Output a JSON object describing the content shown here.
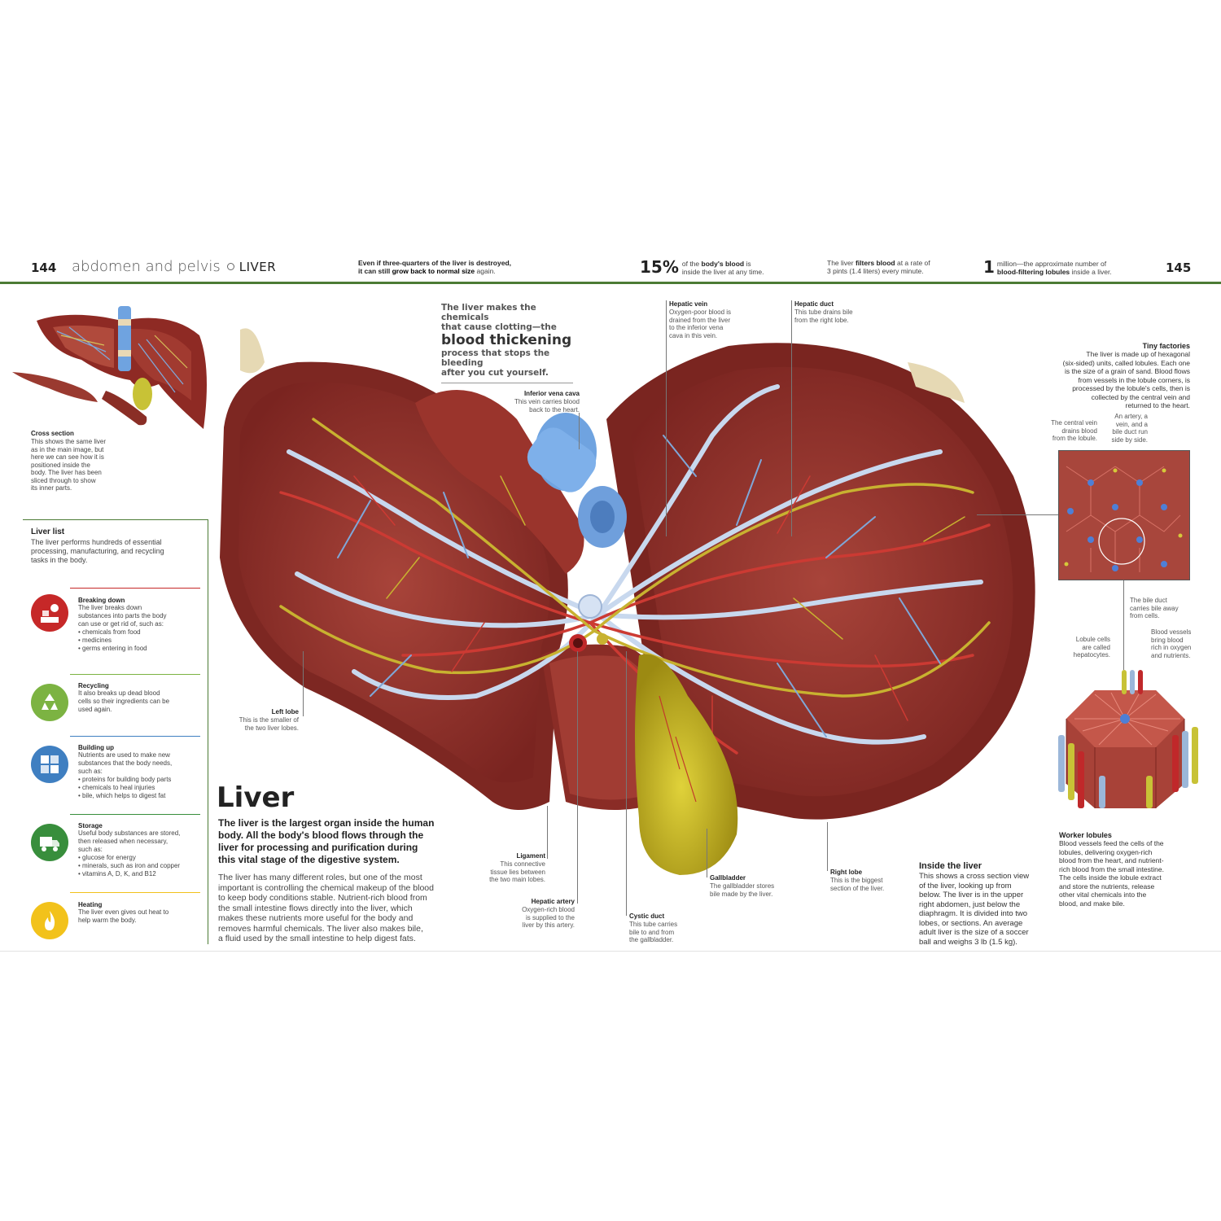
{
  "header": {
    "page_left": "144",
    "section": "abdomen and pelvis",
    "topic": "LIVER",
    "page_right": "145",
    "fact1_pre": "Even if three-quarters of the liver is destroyed,",
    "fact1_mid": "it can still",
    "fact1_bold": "grow back to normal size",
    "fact1_post": "again.",
    "fact2_num": "15%",
    "fact2_pre": "of the",
    "fact2_bold": "body's blood",
    "fact2_mid": "is",
    "fact2_line2": "inside the liver at any time.",
    "fact3_pre": "The liver",
    "fact3_bold": "filters blood",
    "fact3_post": "at a rate of",
    "fact3_line2": "3 pints (1.4 liters) every minute.",
    "fact4_num": "1",
    "fact4_line1": "million—the approximate number of",
    "fact4_bold": "blood-filtering lobules",
    "fact4_post": "inside a liver."
  },
  "cross_section": {
    "title": "Cross section",
    "desc": [
      "This shows the same liver",
      "as in the main image, but",
      "here we can see how it is",
      "positioned inside the",
      "body. The liver has been",
      "sliced through to show",
      "its inner parts."
    ]
  },
  "liver_list": {
    "title": "Liver list",
    "intro": [
      "The liver performs hundreds of essential",
      "processing, manufacturing, and recycling",
      "tasks in the body."
    ],
    "items": [
      {
        "title": "Breaking down",
        "lines": [
          "The liver breaks down",
          "substances into parts the body",
          "can use or get rid of, such as:",
          "• chemicals from food",
          "• medicines",
          "• germs entering in food"
        ],
        "color": "#c62828",
        "icon": "hammer-icon"
      },
      {
        "title": "Recycling",
        "lines": [
          "It also breaks up dead blood",
          "cells so their ingredients can be",
          "used again."
        ],
        "color": "#7cb342",
        "icon": "recycle-icon"
      },
      {
        "title": "Building up",
        "lines": [
          "Nutrients are used to make new",
          "substances that the body needs,",
          "such as:",
          "• proteins for building body parts",
          "• chemicals to heal injuries",
          "• bile, which helps to digest fat"
        ],
        "color": "#3f7fc1",
        "icon": "puzzle-icon"
      },
      {
        "title": "Storage",
        "lines": [
          "Useful body substances are stored,",
          "then released when necessary,",
          "such as:",
          "• glucose for energy",
          "• minerals, such as iron and copper",
          "• vitamins A, D, K, and B12"
        ],
        "color": "#388e3c",
        "icon": "truck-icon"
      },
      {
        "title": "Heating",
        "lines": [
          "The liver even gives out heat to",
          "help warm the body."
        ],
        "color": "#f2c21b",
        "icon": "flame-icon"
      }
    ]
  },
  "callout": {
    "line1": "The liver makes the chemicals",
    "line2": "that cause clotting—the",
    "big": "blood thickening",
    "line3": "process that stops the bleeding",
    "line4": "after you cut yourself."
  },
  "labels": {
    "ivc": {
      "title": "Inferior vena cava",
      "lines": [
        "This vein carries blood",
        "back to the heart."
      ]
    },
    "hepatic_vein": {
      "title": "Hepatic vein",
      "lines": [
        "Oxygen-poor blood is",
        "drained from the liver",
        "to the inferior vena",
        "cava in this vein."
      ]
    },
    "hepatic_duct": {
      "title": "Hepatic duct",
      "lines": [
        "This tube drains bile",
        "from the right lobe."
      ]
    },
    "left_lobe": {
      "title": "Left lobe",
      "lines": [
        "This is the smaller of",
        "the two liver lobes."
      ]
    },
    "ligament": {
      "title": "Ligament",
      "lines": [
        "This connective",
        "tissue lies between",
        "the two main lobes."
      ]
    },
    "hepatic_artery": {
      "title": "Hepatic artery",
      "lines": [
        "Oxygen-rich blood",
        "is supplied to the",
        "liver by this artery."
      ]
    },
    "cystic_duct": {
      "title": "Cystic duct",
      "lines": [
        "This tube carries",
        "bile to and from",
        "the gallbladder."
      ]
    },
    "gallbladder": {
      "title": "Gallbladder",
      "lines": [
        "The gallbladder stores",
        "bile made by the liver."
      ]
    },
    "right_lobe": {
      "title": "Right lobe",
      "lines": [
        "This is the biggest",
        "section of the liver."
      ]
    }
  },
  "tiny_factories": {
    "title": "Tiny factories",
    "lines": [
      "The liver is made up of hexagonal",
      "(six-sided) units, called lobules. Each one",
      "is the size of a grain of sand. Blood flows",
      "from vessels in the lobule corners, is",
      "processed by the lobule's cells, then is",
      "collected by the central vein and",
      "returned to the heart."
    ],
    "central_vein": [
      "The central vein",
      "drains blood",
      "from the lobule."
    ],
    "artery_vein": [
      "An artery, a",
      "vein, and a",
      "bile duct run",
      "side by side."
    ]
  },
  "lobule_labels": {
    "bile_duct": [
      "The bile duct",
      "carries bile away",
      "from cells."
    ],
    "lobule_cells": [
      "Lobule cells",
      "are called",
      "hepatocytes."
    ],
    "blood_vessels": [
      "Blood vessels",
      "bring blood",
      "rich in oxygen",
      "and nutrients."
    ]
  },
  "worker_lobules": {
    "title": "Worker lobules",
    "lines": [
      "Blood vessels feed the cells of the",
      "lobules, delivering oxygen-rich",
      "blood from the heart, and nutrient-",
      "rich blood from the small intestine.",
      "The cells inside the lobule extract",
      "and store the nutrients, release",
      "other vital chemicals into the",
      "blood, and make bile."
    ]
  },
  "liver": {
    "title": "Liver",
    "intro": [
      "The liver is the largest organ inside the human",
      "body. All the body's blood flows through the",
      "liver for processing and purification during",
      "this vital stage of the digestive system."
    ],
    "body": [
      "The liver has many different roles, but one of the most",
      "important is controlling the chemical makeup of the blood",
      "to keep body conditions stable. Nutrient-rich blood from",
      "the small intestine flows directly into the liver, which",
      "makes these nutrients more useful for the body and",
      "removes harmful chemicals. The liver also makes bile,",
      "a fluid used by the small intestine to help digest fats."
    ]
  },
  "inside_liver": {
    "title": "Inside the liver",
    "lines": [
      "This shows a cross section view",
      "of the liver, looking up from",
      "below. The liver is in the upper",
      "right abdomen, just below the",
      "diaphragm. It is divided into two",
      "lobes, or sections. An average",
      "adult liver is the size of a soccer",
      "ball and weighs 3 lb (1.5 kg)."
    ]
  }
}
